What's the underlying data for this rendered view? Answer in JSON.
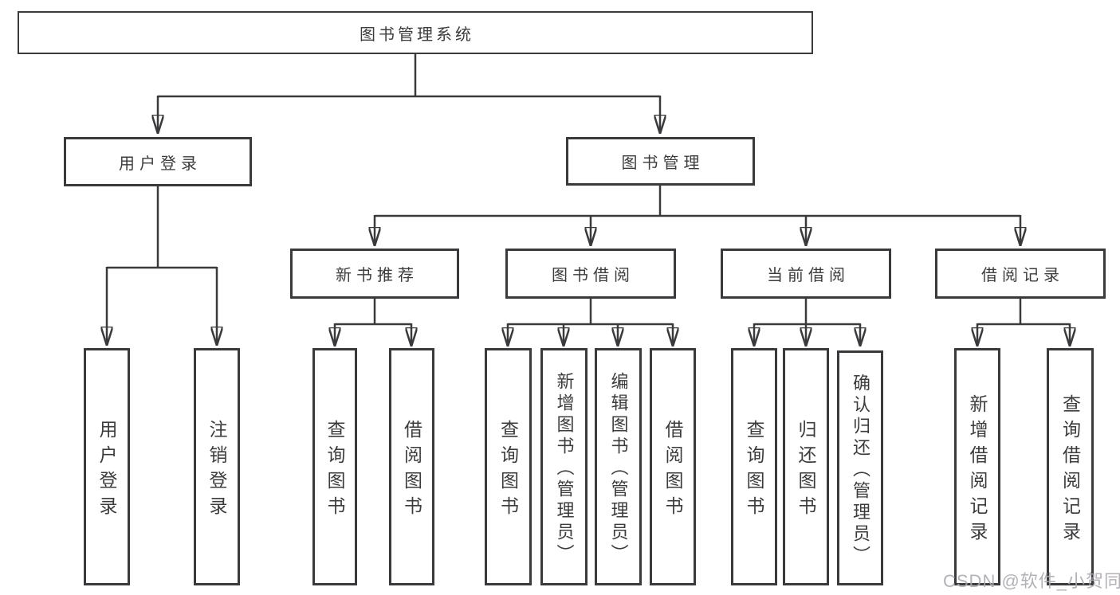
{
  "diagram": {
    "root": {
      "label": "图书管理系统"
    },
    "level2": {
      "user_login": {
        "label": "用户登录"
      },
      "book_management": {
        "label": "图书管理"
      }
    },
    "level3": {
      "new_book_recommend": {
        "label": "新书推荐"
      },
      "book_borrow": {
        "label": "图书借阅"
      },
      "current_borrow": {
        "label": "当前借阅"
      },
      "borrow_records": {
        "label": "借阅记录"
      }
    },
    "leaves": {
      "user_login": {
        "label": "用户登录"
      },
      "logout": {
        "label": "注销登录"
      },
      "nb_query_books": {
        "label": "查询图书"
      },
      "nb_borrow_books": {
        "label": "借阅图书"
      },
      "bb_query_books": {
        "label": "查询图书"
      },
      "bb_add_books": {
        "label": "新增图书（管理员）"
      },
      "bb_edit_books": {
        "label": "编辑图书（管理员）"
      },
      "bb_borrow_books": {
        "label": "借阅图书"
      },
      "cb_query_books": {
        "label": "查询图书"
      },
      "cb_return_books": {
        "label": "归还图书"
      },
      "cb_confirm_return": {
        "label": "确认归还（管理员）"
      },
      "br_add_record": {
        "label": "新增借阅记录"
      },
      "br_query_record": {
        "label": "查询借阅记录"
      }
    }
  },
  "watermark": {
    "text": "CSDN @软件_小贺同学"
  },
  "colors": {
    "line": "#3a3a3c",
    "text": "#3c3c3e",
    "watermark": "#aca9b0",
    "background": "#ffffff"
  }
}
